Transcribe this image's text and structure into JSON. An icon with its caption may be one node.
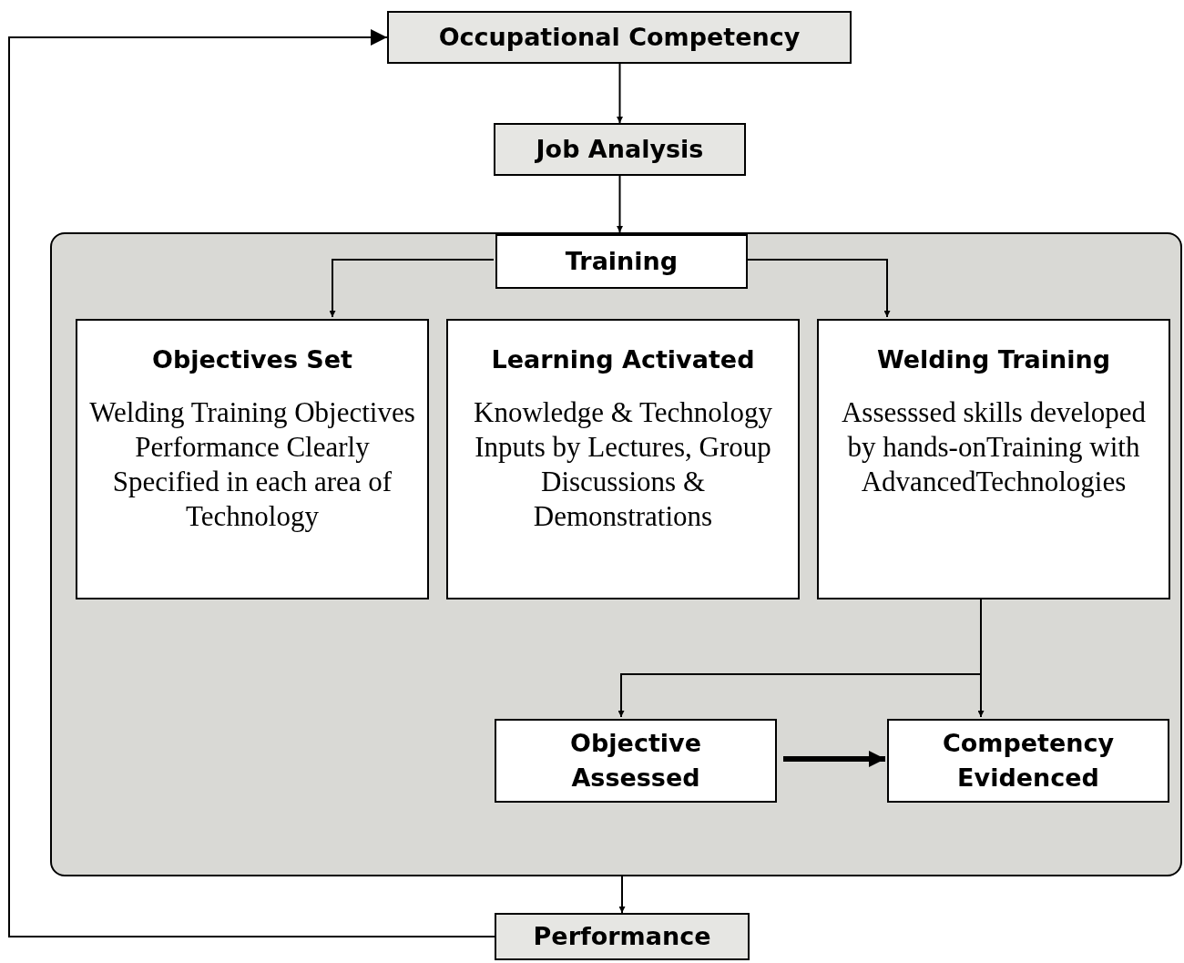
{
  "diagram": {
    "nodes": [
      {
        "text": [
          "Occupational Competency"
        ]
      },
      {
        "text": [
          "Job Analysis"
        ]
      },
      {
        "text": [],
        "shape": "box"
      },
      {
        "text": [
          "Training"
        ],
        "in": 2
      },
      {
        "text": [
          "Objectives Set",
          "Welding Training Objectives Performance Clearly Specified in each area of Technology"
        ],
        "in": 2
      },
      {
        "text": [
          "Learning Activated",
          "Knowledge & Technology Inputs by Lectures, Group Discussions & Demonstrations"
        ],
        "in": 2
      },
      {
        "text": [
          "Welding Training",
          "Assesssed skills developed by hands-onTraining with AdvancedTechnologies"
        ],
        "in": 2
      },
      {
        "text": [
          "Objective Assessed"
        ],
        "in": 2
      },
      {
        "text": [
          "Competency Evidenced"
        ],
        "in": 2
      },
      {
        "text": [
          "Performance"
        ]
      }
    ],
    "edges": [
      {
        "from": 0,
        "to": 1,
        "arrow": "to"
      },
      {
        "from": 1,
        "to": 3,
        "arrow": "to"
      },
      {
        "from": 3,
        "to": 4,
        "arrow": "to"
      },
      {
        "from": 3,
        "to": 6,
        "arrow": "to"
      },
      {
        "from": 6,
        "to": 7,
        "arrow": "to"
      },
      {
        "from": 6,
        "to": 8,
        "arrow": "to"
      },
      {
        "from": 7,
        "to": 8,
        "arrow": "to",
        "style": "thick"
      },
      {
        "from": 2,
        "to": 9,
        "arrow": "to"
      },
      {
        "from": 9,
        "to": 0,
        "arrow": "to"
      }
    ]
  }
}
